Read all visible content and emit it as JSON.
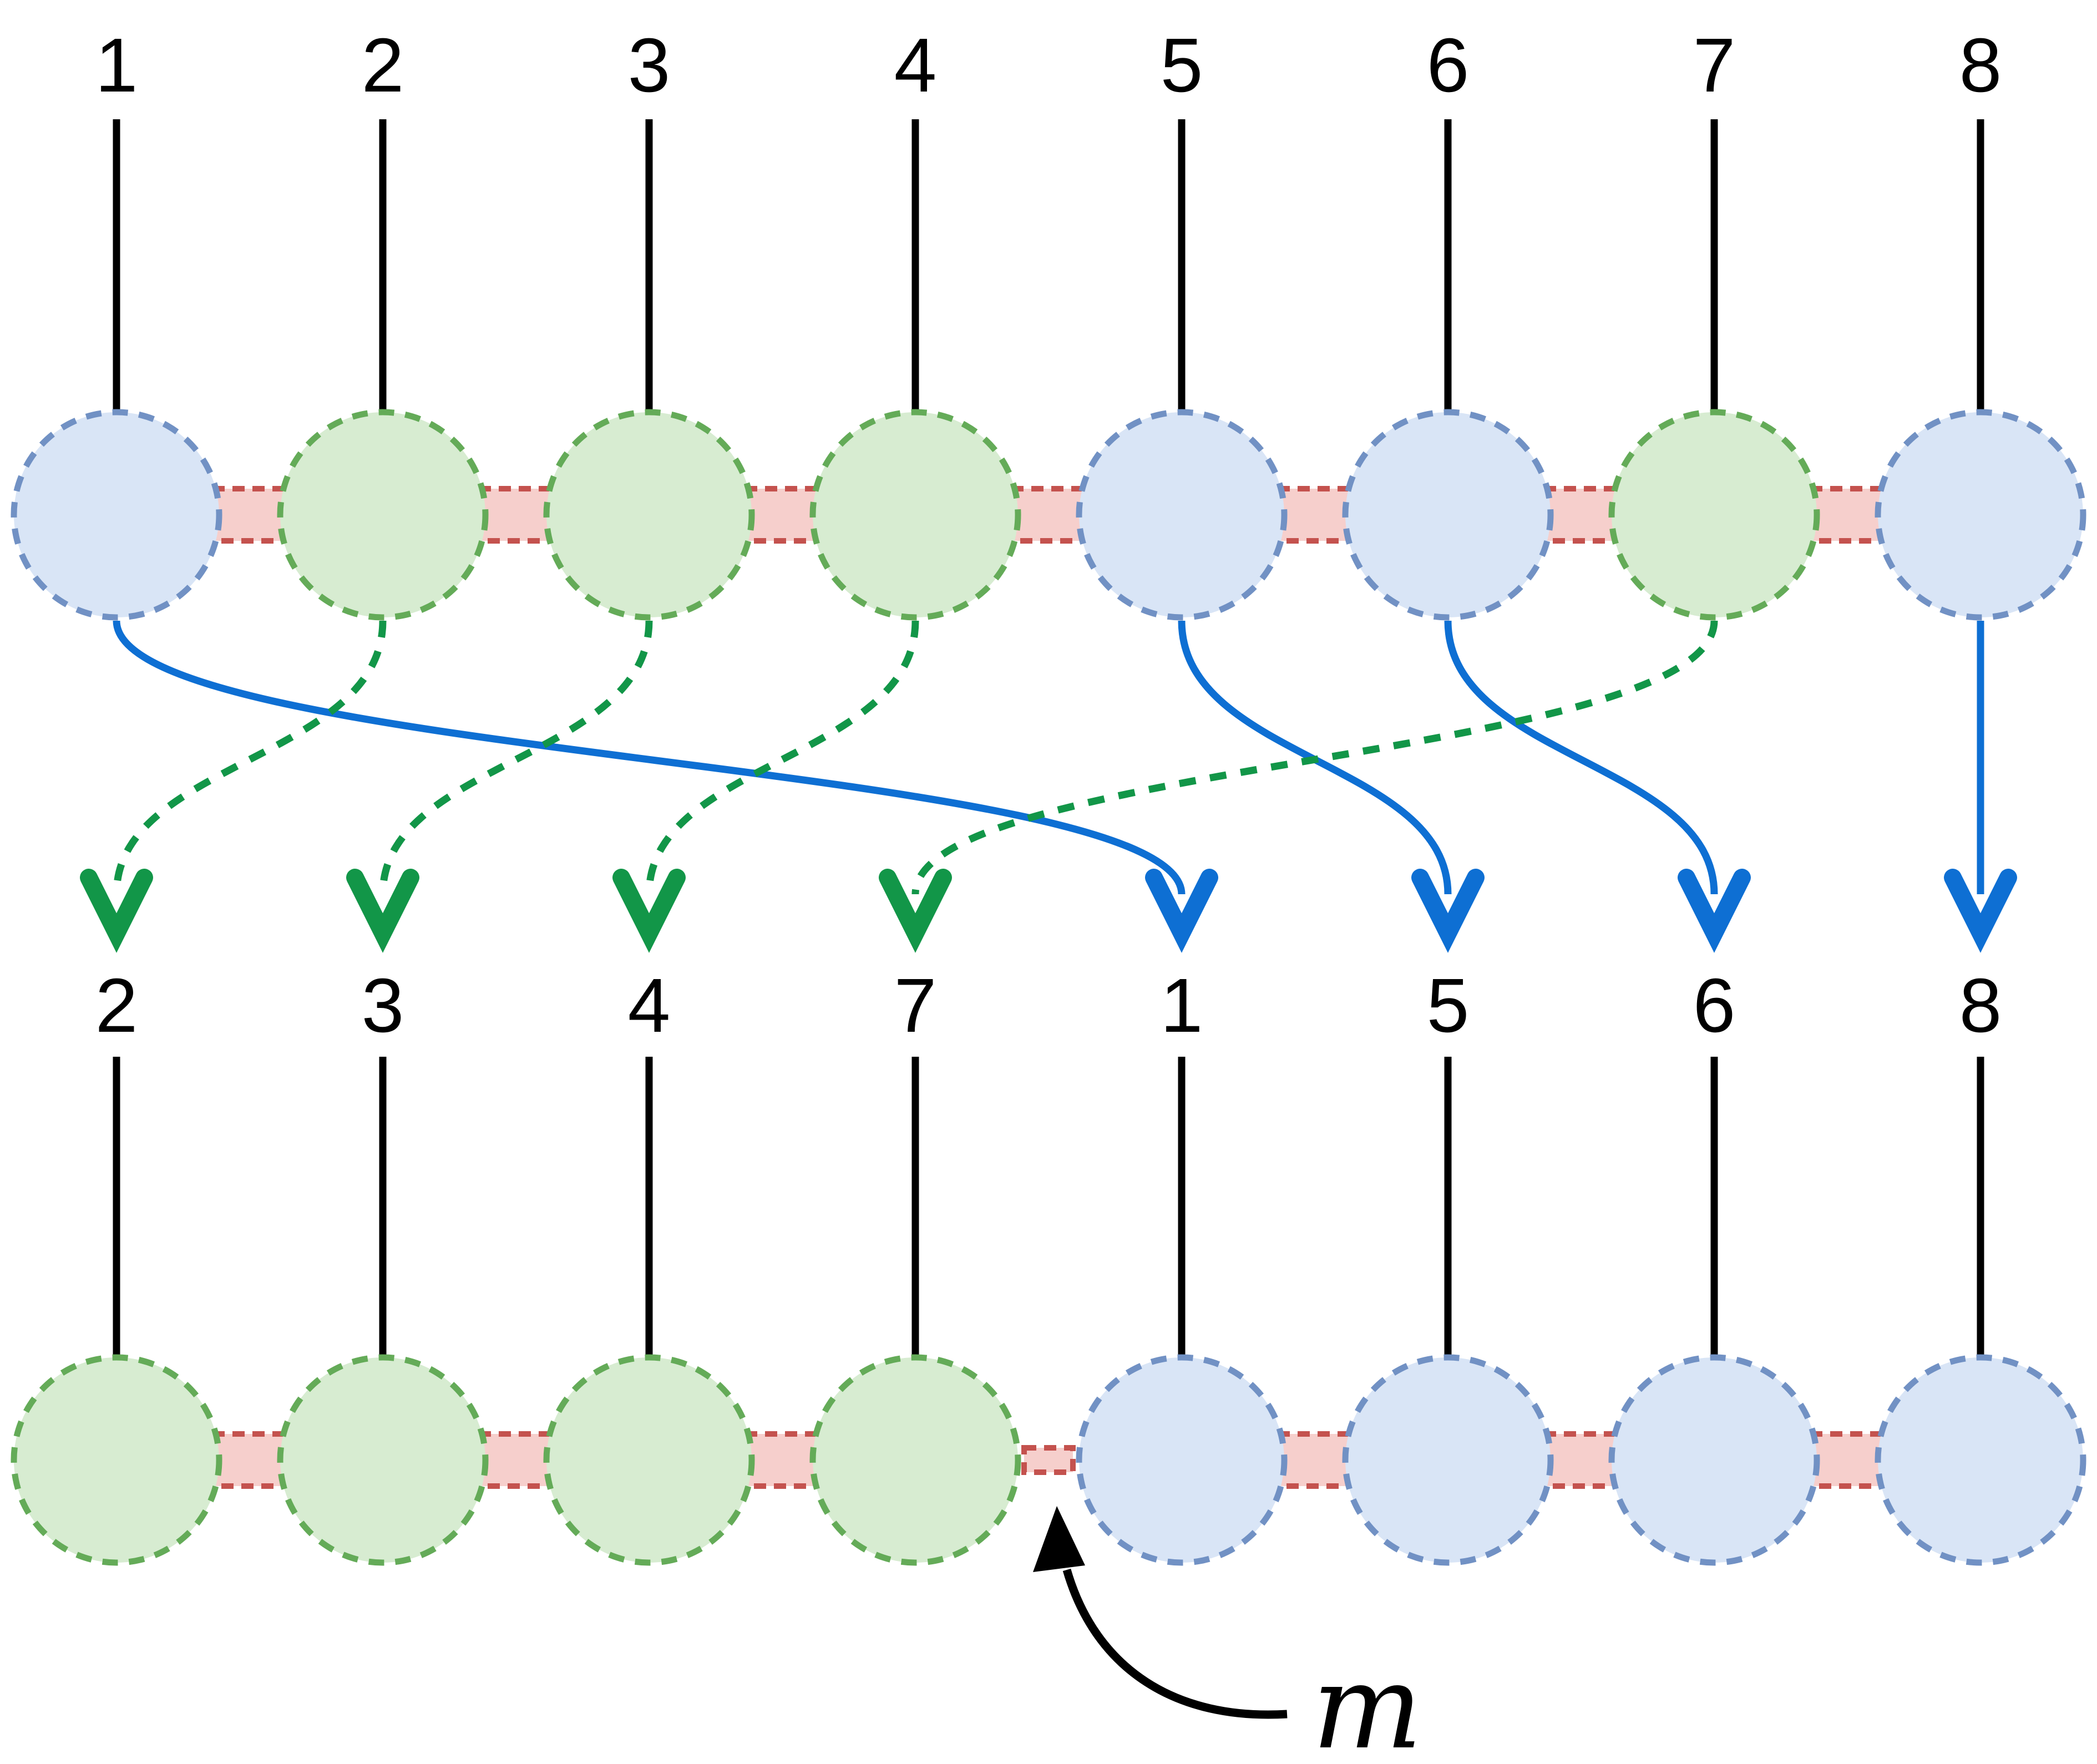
{
  "diagram": {
    "description": "stable-partition permutation diagram with merge point m",
    "top_row": {
      "labels": [
        "1",
        "2",
        "3",
        "4",
        "5",
        "6",
        "7",
        "8"
      ],
      "node_colors": [
        "blue",
        "green",
        "green",
        "green",
        "blue",
        "blue",
        "green",
        "blue"
      ]
    },
    "bottom_row": {
      "labels": [
        "2",
        "3",
        "4",
        "7",
        "1",
        "5",
        "6",
        "8"
      ],
      "node_colors": [
        "green",
        "green",
        "green",
        "green",
        "blue",
        "blue",
        "blue",
        "blue"
      ]
    },
    "arrows": [
      {
        "from": 0,
        "to": 4,
        "style": "blue"
      },
      {
        "from": 1,
        "to": 0,
        "style": "green"
      },
      {
        "from": 2,
        "to": 1,
        "style": "green"
      },
      {
        "from": 3,
        "to": 2,
        "style": "green"
      },
      {
        "from": 4,
        "to": 5,
        "style": "blue"
      },
      {
        "from": 5,
        "to": 6,
        "style": "blue"
      },
      {
        "from": 6,
        "to": 3,
        "style": "green"
      },
      {
        "from": 7,
        "to": 7,
        "style": "blue"
      }
    ],
    "merge_connector_index": 3,
    "annotation": {
      "label": "m"
    },
    "palette": {
      "green_fill": "#d7ecd1",
      "green_border": "#64ab58",
      "blue_fill": "#d9e5f6",
      "blue_border": "#7191c4",
      "connector_fill": "#f6cfcc",
      "connector_border": "#c4524e",
      "arrow_green": "#129648",
      "arrow_blue": "#0e6fd3",
      "line_black": "#000000"
    }
  }
}
